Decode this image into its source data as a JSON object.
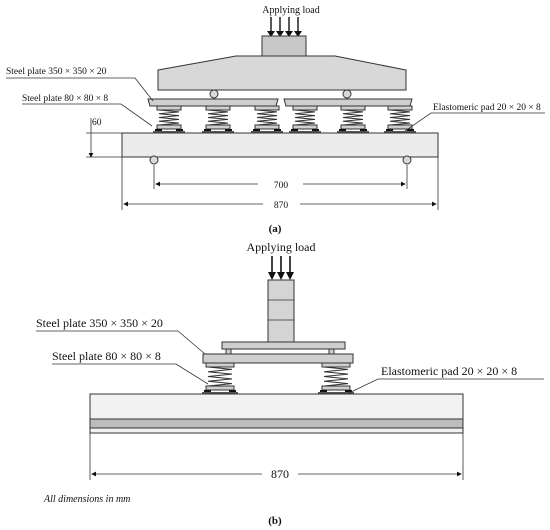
{
  "panel_a": {
    "caption": "(a)",
    "load_label": "Applying load",
    "steel_plate_large": "Steel plate 350 × 350 × 20",
    "steel_plate_small": "Steel plate 80 × 80 × 8",
    "pad": "Elastomeric pad 20 × 20 × 8",
    "dim_height": "60",
    "dim_span": "700",
    "dim_length": "870"
  },
  "panel_b": {
    "caption": "(b)",
    "load_label": "Applying load",
    "steel_plate_large": "Steel plate 350 × 350 × 20",
    "steel_plate_small": "Steel plate 80 × 80 × 8",
    "pad": "Elastomeric pad 20 × 20 × 8",
    "dim_length": "870",
    "note": "All dimensions in mm"
  }
}
